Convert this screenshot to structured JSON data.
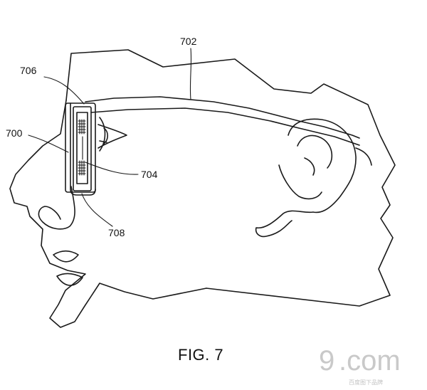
{
  "reference_numerals": {
    "temple": "702",
    "frame_top": "706",
    "device": "700",
    "display": "704",
    "frame_bottom": "708"
  },
  "caption": "FIG. 7",
  "watermark": {
    "logo": "9",
    "text": ".com",
    "tagline": "百度图下品牌"
  }
}
